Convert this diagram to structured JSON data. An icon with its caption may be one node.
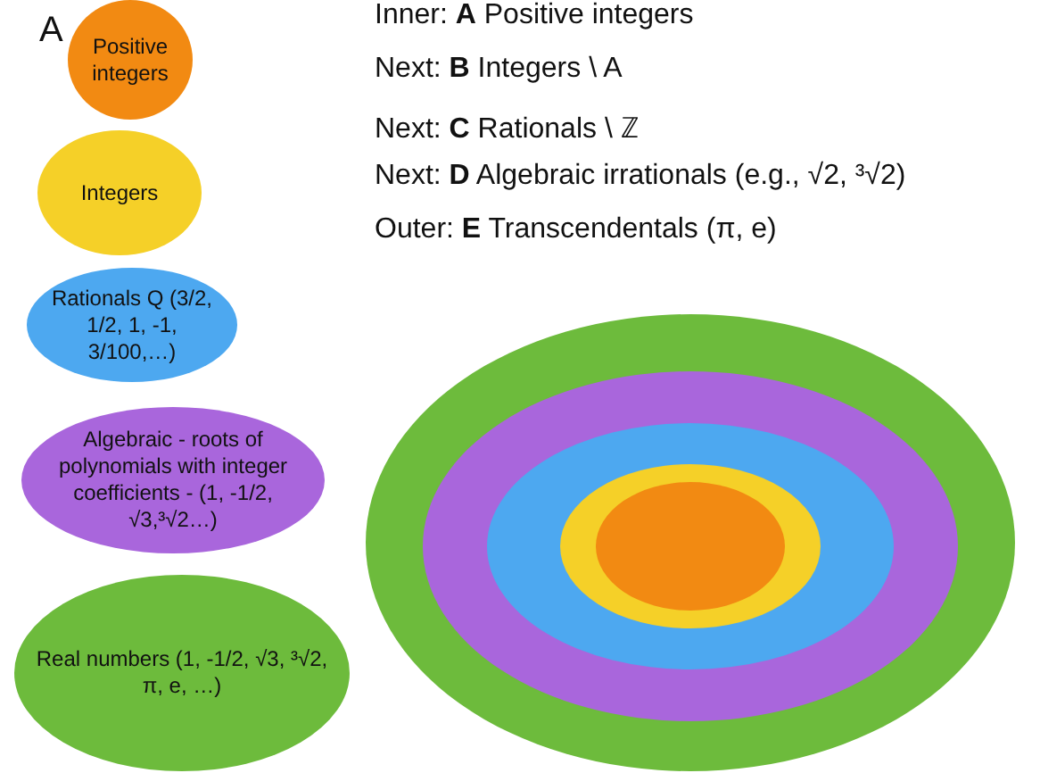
{
  "diagram": {
    "nodes": [
      {
        "text": [
          "Positive integers"
        ]
      },
      {
        "text": [
          "Integers"
        ]
      },
      {
        "text": [
          "Rationals Q (3/2, 1/2, 1, -1, 3/100,…)"
        ]
      },
      {
        "text": [
          "Algebraic - roots of polynomials with integer coefficients -  (1, -1/2, √3,³√2…)"
        ]
      },
      {
        "text": [
          "Real numbers (1, -1/2, √3, ³√2, π, e, …)"
        ]
      },
      {
        "text": [],
        "shape": "ellipse"
      },
      {
        "text": [],
        "shape": "ellipse",
        "in": 5
      },
      {
        "text": [],
        "shape": "ellipse",
        "in": 6
      },
      {
        "text": [],
        "shape": "ellipse",
        "in": 7
      },
      {
        "text": [],
        "shape": "ellipse",
        "in": 8
      }
    ],
    "labels": [
      "A",
      "Inner: **A** Positive integers",
      "Next: **B** Integers \\ A",
      "Next: **C** Rationals \\ ℤ",
      "Next: **D** Algebraic irrationals (e.g., √2, ³√2)",
      "Outer: **E** Transcendentals (π, e)"
    ]
  }
}
